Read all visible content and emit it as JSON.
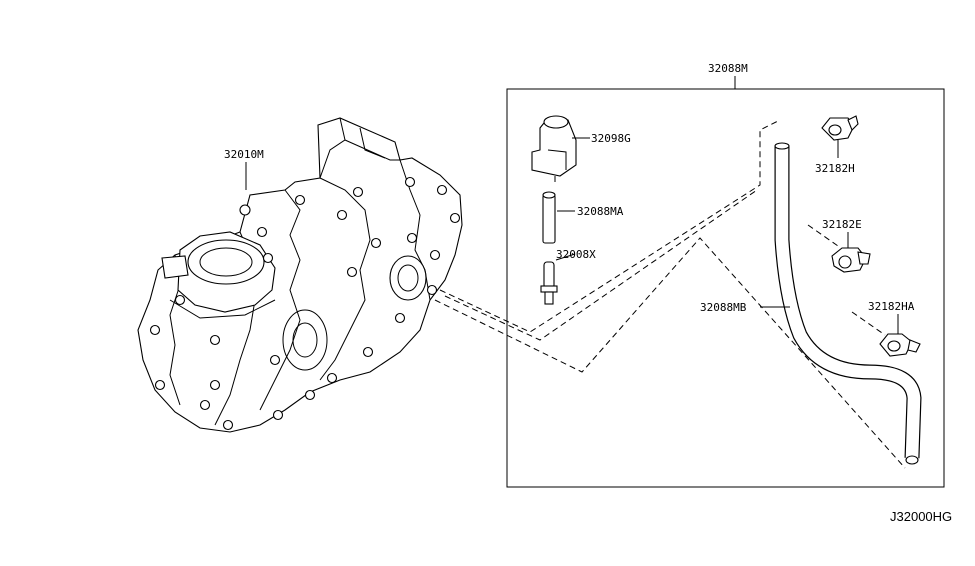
{
  "diagram": {
    "parts": {
      "transmission": "32010M",
      "kit": "32088M",
      "cap": "32098G",
      "sleeve": "32088MA",
      "connector": "32008X",
      "hose": "32088MB",
      "clip_top": "32182H",
      "clip_mid": "32182E",
      "clip_low": "32182HA"
    },
    "figure_code": "J32000HG"
  }
}
